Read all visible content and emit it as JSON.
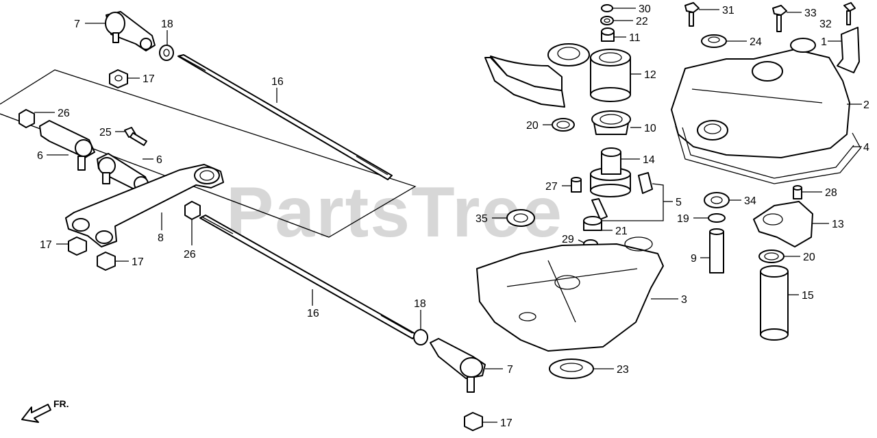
{
  "watermark": "PartsTree",
  "direction_label": "FR.",
  "callouts": [
    {
      "id": "c7a",
      "text": "7"
    },
    {
      "id": "c18a",
      "text": "18"
    },
    {
      "id": "c16a",
      "text": "16"
    },
    {
      "id": "c17a",
      "text": "17"
    },
    {
      "id": "c26a",
      "text": "26"
    },
    {
      "id": "c25",
      "text": "25"
    },
    {
      "id": "c6a",
      "text": "6"
    },
    {
      "id": "c6b",
      "text": "6"
    },
    {
      "id": "c8",
      "text": "8"
    },
    {
      "id": "c17b",
      "text": "17"
    },
    {
      "id": "c17c",
      "text": "17"
    },
    {
      "id": "c26b",
      "text": "26"
    },
    {
      "id": "c16b",
      "text": "16"
    },
    {
      "id": "c18b",
      "text": "18"
    },
    {
      "id": "c7b",
      "text": "7"
    },
    {
      "id": "c17d",
      "text": "17"
    },
    {
      "id": "c30",
      "text": "30"
    },
    {
      "id": "c22",
      "text": "22"
    },
    {
      "id": "c11",
      "text": "11"
    },
    {
      "id": "c12",
      "text": "12"
    },
    {
      "id": "c20a",
      "text": "20"
    },
    {
      "id": "c10",
      "text": "10"
    },
    {
      "id": "c14",
      "text": "14"
    },
    {
      "id": "c27",
      "text": "27"
    },
    {
      "id": "c5",
      "text": "5"
    },
    {
      "id": "c35",
      "text": "35"
    },
    {
      "id": "c21",
      "text": "21"
    },
    {
      "id": "c29",
      "text": "29"
    },
    {
      "id": "c3",
      "text": "3"
    },
    {
      "id": "c23",
      "text": "23"
    },
    {
      "id": "c31",
      "text": "31"
    },
    {
      "id": "c33",
      "text": "33"
    },
    {
      "id": "c32",
      "text": "32"
    },
    {
      "id": "c24",
      "text": "24"
    },
    {
      "id": "c1",
      "text": "1"
    },
    {
      "id": "c2",
      "text": "2"
    },
    {
      "id": "c4",
      "text": "4"
    },
    {
      "id": "c28",
      "text": "28"
    },
    {
      "id": "c34",
      "text": "34"
    },
    {
      "id": "c19",
      "text": "19"
    },
    {
      "id": "c13",
      "text": "13"
    },
    {
      "id": "c9",
      "text": "9"
    },
    {
      "id": "c20b",
      "text": "20"
    },
    {
      "id": "c15",
      "text": "15"
    }
  ]
}
